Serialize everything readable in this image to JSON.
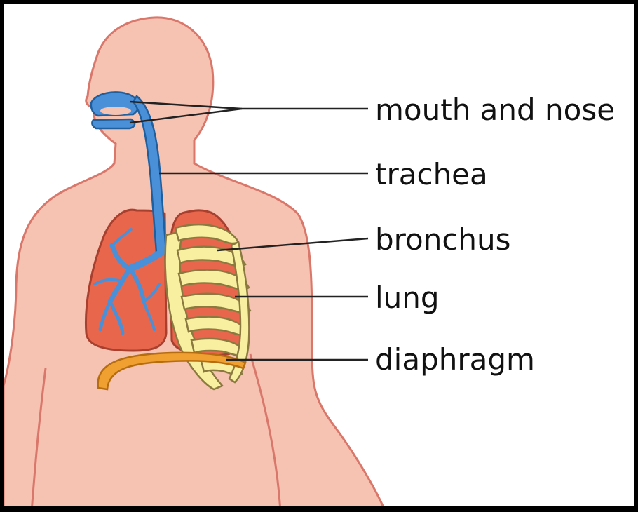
{
  "diagram": {
    "labels": [
      {
        "key": "mouth_and_nose",
        "text": "mouth and nose"
      },
      {
        "key": "trachea",
        "text": "trachea"
      },
      {
        "key": "bronchus",
        "text": "bronchus"
      },
      {
        "key": "lung",
        "text": "lung"
      },
      {
        "key": "diaphragm",
        "text": "diaphragm"
      }
    ]
  },
  "colors": {
    "body_skin": "#f6c2b2",
    "body_outline": "#d9776a",
    "airway": "#4a90d9",
    "airway_outline": "#1f5f9e",
    "lung_fill": "#e8674c",
    "lung_outline": "#a8402f",
    "rib_fill": "#f8f0a0",
    "rib_outline": "#8a7a40",
    "diaphragm": "#f0a030",
    "leader_line": "#222222"
  }
}
